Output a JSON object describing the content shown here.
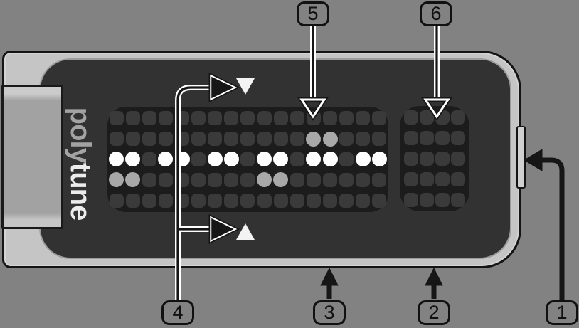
{
  "logo": {
    "gray_part": "poly",
    "white_part": "tune"
  },
  "callouts": {
    "c1": "1",
    "c2": "2",
    "c3": "3",
    "c4": "4",
    "c5": "5",
    "c6": "6"
  },
  "icons": {
    "tune_down": "triangle-down",
    "tune_up": "triangle-up"
  },
  "led_display": {
    "legend": {
      "W": "lit-white",
      "G": "lit-gray",
      ".": "unlit"
    },
    "main_matrix": [
      ".................",
      "............GG...",
      "WW.WW.WW.WW.WW.WW",
      "GG.......GG......",
      "................."
    ],
    "note_matrix": [
      "....",
      "....",
      "....",
      "....",
      "...."
    ]
  },
  "colors": {
    "background": "#828282",
    "casing": "#c5c5c5",
    "face": "#323232",
    "display_panel": "#1c1c1c",
    "dot_unlit": "#3a3a3a",
    "dot_white": "#ffffff",
    "dot_gray": "#a8a8a8",
    "callout_line_dark": "#161616",
    "callout_line_light": "#ffffff",
    "triangle": "#f3f3f3"
  }
}
